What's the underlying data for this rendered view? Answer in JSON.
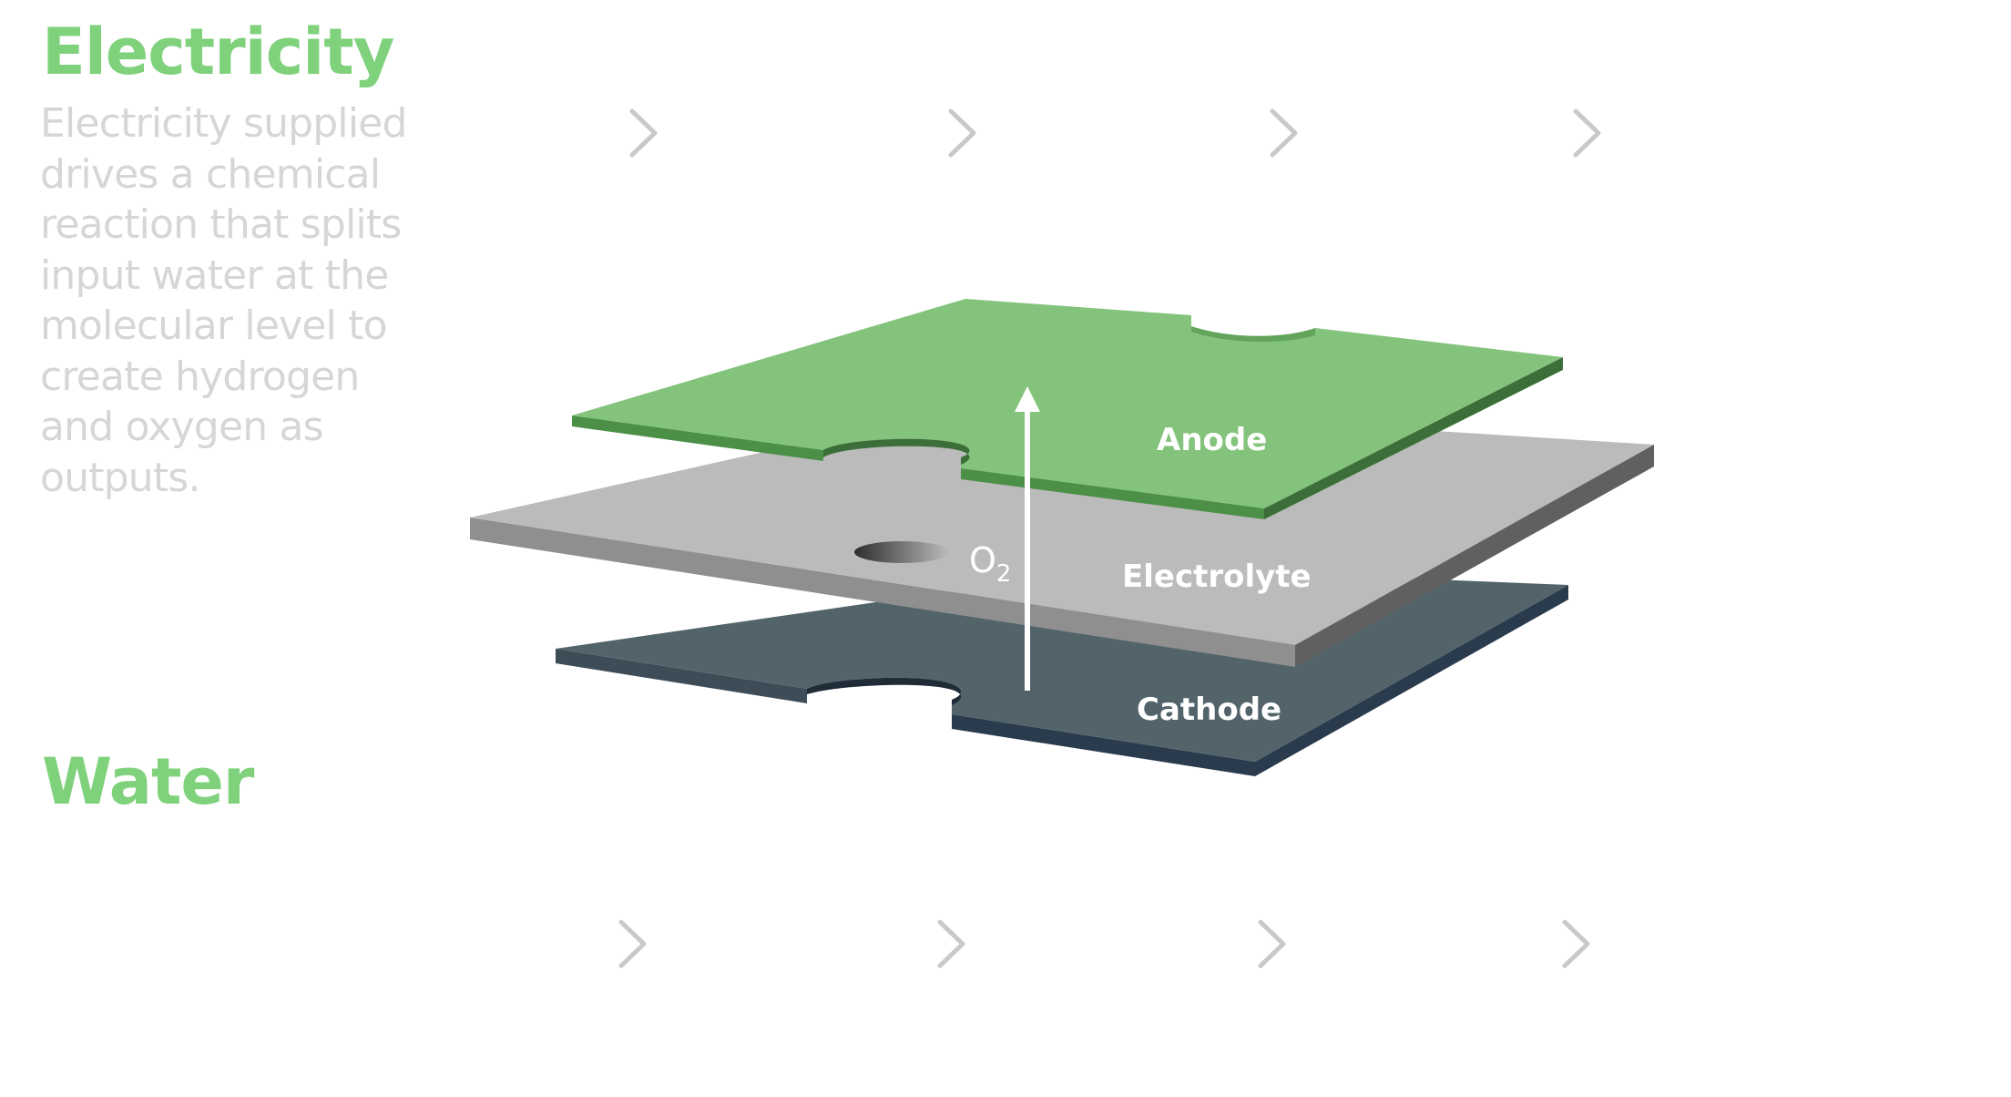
{
  "electricity": {
    "title": "Electricity",
    "description": "Electricity supplied drives a chemical reaction that splits input water at the molecular level to create hydrogen and oxygen as outputs."
  },
  "water": {
    "title": "Water"
  },
  "layers": {
    "anode": "Anode",
    "electrolyte": "Electrolyte",
    "cathode": "Cathode"
  },
  "oxygen_label": {
    "base": "O",
    "subscript": "2"
  },
  "colors": {
    "heading": "#7fd17c",
    "description": "#d6d6d6",
    "anode": "#84c37c",
    "electrolyte": "#bcbbbc",
    "cathode": "#52646a",
    "chevron": "#c9c9c9"
  },
  "icons": {
    "chevron": "chevron-right-icon",
    "arrow": "arrow-up-icon"
  }
}
